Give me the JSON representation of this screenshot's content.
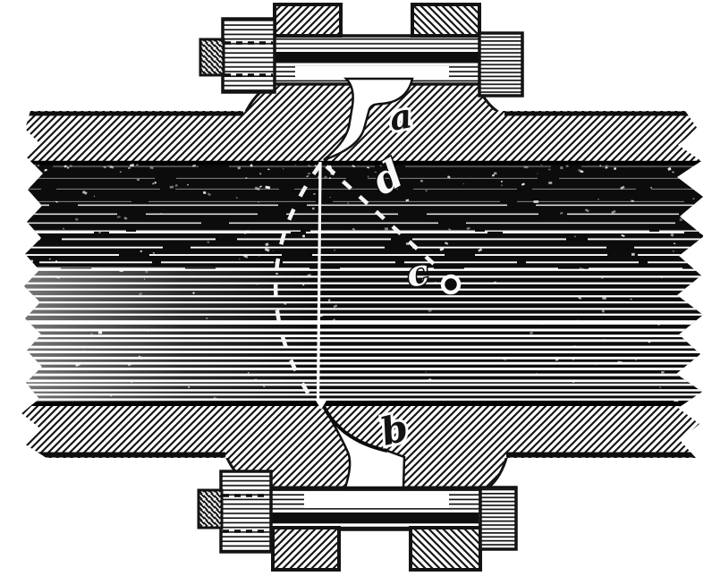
{
  "figure": {
    "kind": "engraved-cross-section-pipe-with-swing-valve",
    "labels": [
      {
        "id": "a",
        "text": "a"
      },
      {
        "id": "d",
        "text": "d"
      },
      {
        "id": "c",
        "text": "c"
      },
      {
        "id": "b",
        "text": "b"
      }
    ],
    "colors": {
      "ink": "#131313",
      "paper": "#ffffff",
      "bore_black": "#0c0c0c",
      "label_light": "#f8f8f8"
    }
  }
}
